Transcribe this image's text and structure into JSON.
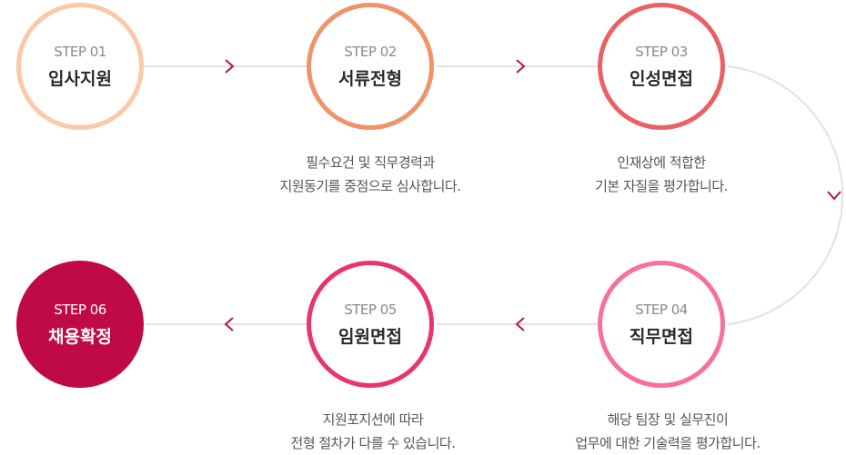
{
  "colors": {
    "connector": "#e2e2e2",
    "arrow": "#b4184a",
    "step01": "#fdc8a7",
    "step02": "#f09368",
    "step03": "#ec5f62",
    "step04": "#f77097",
    "step05": "#e8366a",
    "step06": "#c00a45"
  },
  "steps": [
    {
      "num": "STEP 01",
      "title": "입사지원"
    },
    {
      "num": "STEP 02",
      "title": "서류전형",
      "desc": [
        "필수요건 및 직무경력과",
        "지원동기를 중점으로 심사합니다."
      ]
    },
    {
      "num": "STEP 03",
      "title": "인성면접",
      "desc": [
        "인재상에 적합한",
        "기본 자질을 평가합니다."
      ]
    },
    {
      "num": "STEP 04",
      "title": "직무면접",
      "desc": [
        "해당 팀장 및 실무진이",
        "업무에 대한 기술력을 평가합니다."
      ]
    },
    {
      "num": "STEP 05",
      "title": "임원면접",
      "desc": [
        "지원포지션에 따라",
        "전형 절차가 다를 수 있습니다."
      ]
    },
    {
      "num": "STEP 06",
      "title": "채용확정"
    }
  ],
  "icons": {
    "right": "chevron-right-icon",
    "down": "chevron-down-icon",
    "left": "chevron-left-icon"
  }
}
